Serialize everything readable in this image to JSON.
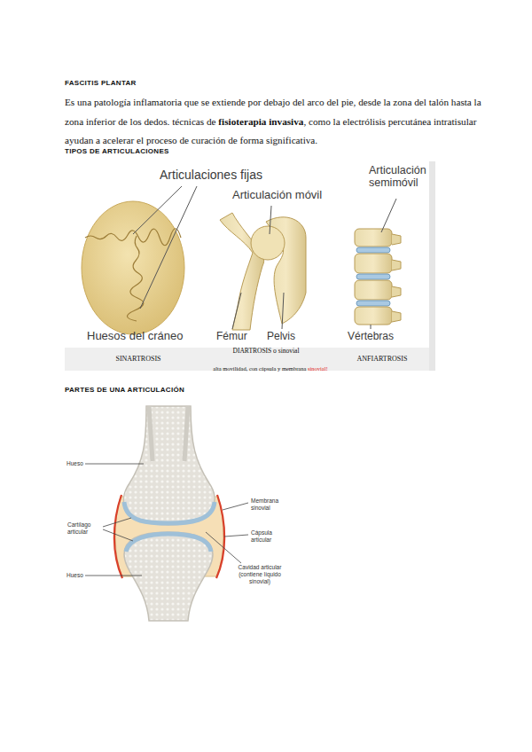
{
  "diagram": {
    "labels": [
      "FASCITIS PLANTAR",
      "Es una patología inflamatoria que se extiende por debajo del arco del pie, desde la zona del talón hasta la zona inferior de los dedos. técnicas de",
      "fisioterapia invasiva",
      ", como la electrólisis percutánea intratisular ayudan a acelerar el proceso de curación de forma significativa.",
      "TIPOS DE ARTICULACIONES",
      "Articulaciones fijas",
      "Articulación móvil",
      "Articulación semimóvil",
      "Huesos del cráneo",
      "Fémur",
      "Pelvis",
      "Vértebras",
      "SINARTROSIS",
      "DIARTROSIS o sinovial",
      "alta movilidad, con cápsula y membrana",
      "sinovial!",
      "ANFIARTROSIS",
      "PARTES DE UNA ARTICULACIÓN",
      "Hueso",
      "Cartílago articular",
      "Membrana sinovial",
      "Cápsula articular",
      "Cavidad articular (contiene líquido sinovial)",
      "Hueso"
    ]
  }
}
